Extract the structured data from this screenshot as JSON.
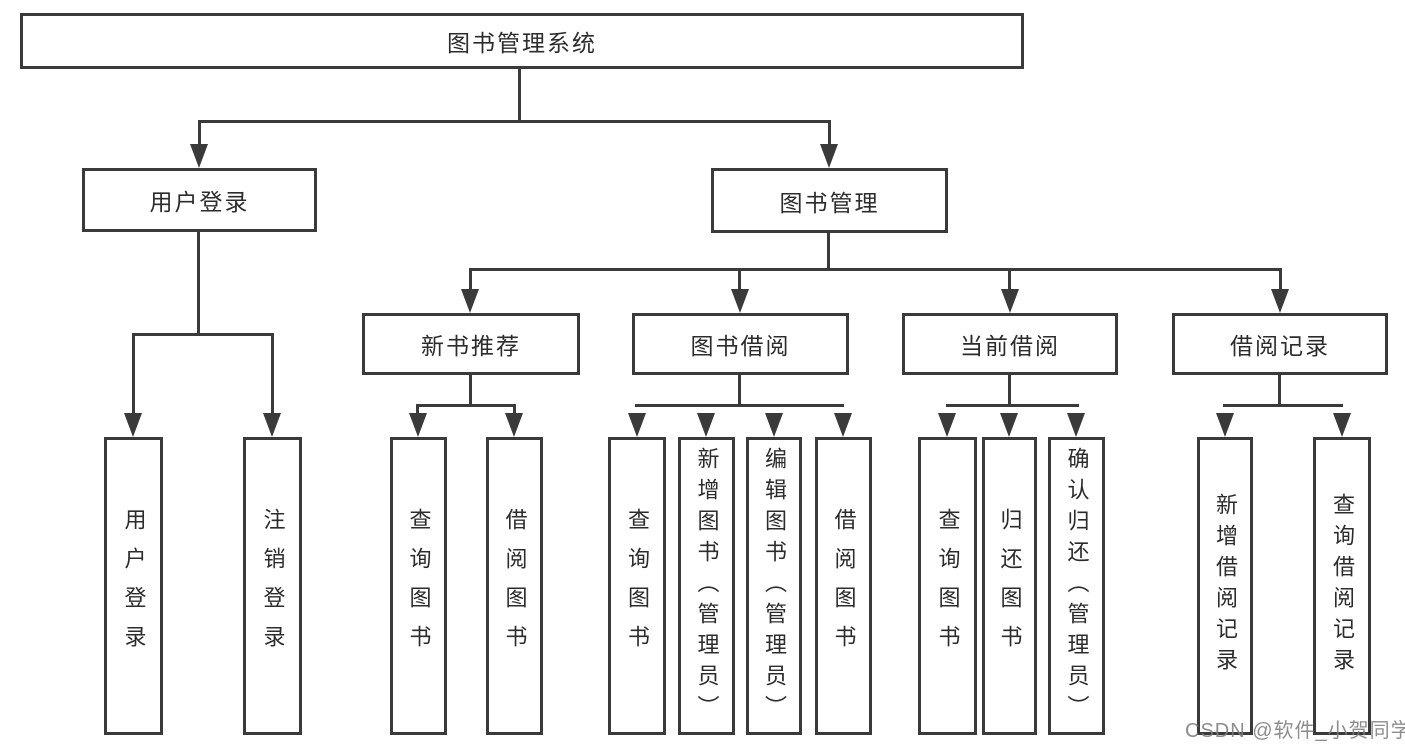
{
  "diagram_title": "图书管理系统",
  "tree": {
    "root": {
      "label": "图书管理系统"
    },
    "children": [
      {
        "label": "用户登录",
        "children": [
          {
            "label": "用户登录"
          },
          {
            "label": "注销登录"
          }
        ]
      },
      {
        "label": "图书管理",
        "children": [
          {
            "label": "新书推荐",
            "children": [
              {
                "label": "查询图书"
              },
              {
                "label": "借阅图书"
              }
            ]
          },
          {
            "label": "图书借阅",
            "children": [
              {
                "label": "查询图书"
              },
              {
                "label": "新增图书（管理员）"
              },
              {
                "label": "编辑图书（管理员）"
              },
              {
                "label": "借阅图书"
              }
            ]
          },
          {
            "label": "当前借阅",
            "children": [
              {
                "label": "查询图书"
              },
              {
                "label": "归还图书"
              },
              {
                "label": "确认归还（管理员）"
              }
            ]
          },
          {
            "label": "借阅记录",
            "children": [
              {
                "label": "新增借阅记录"
              },
              {
                "label": "查询借阅记录"
              }
            ]
          }
        ]
      }
    ]
  },
  "watermark": {
    "text": "CSDN @软件_小贺同学",
    "color": "#7d7d7d"
  },
  "colors": {
    "line": "#3a3a3a",
    "text": "#2c2c2c",
    "node_background": "#ffffff",
    "page_background": "#ffffff"
  }
}
